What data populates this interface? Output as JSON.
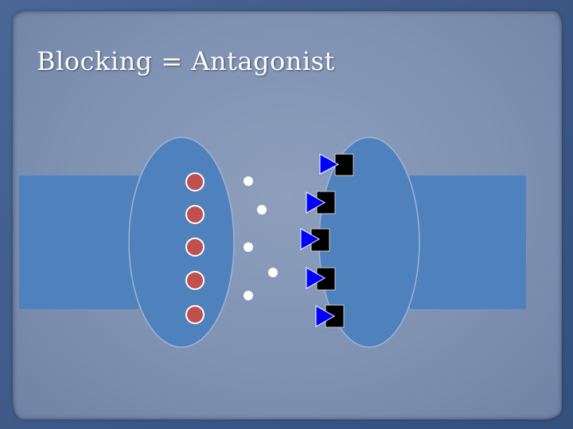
{
  "slide": {
    "title": "Blocking = Antagonist"
  },
  "colors": {
    "frame": "#3f5a86",
    "panel": "#8293b3",
    "neuron_fill": "#4f81bd",
    "neurotransmitter": "#c0504d",
    "released_molecule": "#ffffff",
    "antagonist": "#0000ff",
    "receptor": "#000000"
  },
  "diagram": {
    "presynaptic_vesicle_count": 5,
    "released_molecule_count": 5,
    "receptor_count": 5,
    "antagonist_count": 5
  }
}
